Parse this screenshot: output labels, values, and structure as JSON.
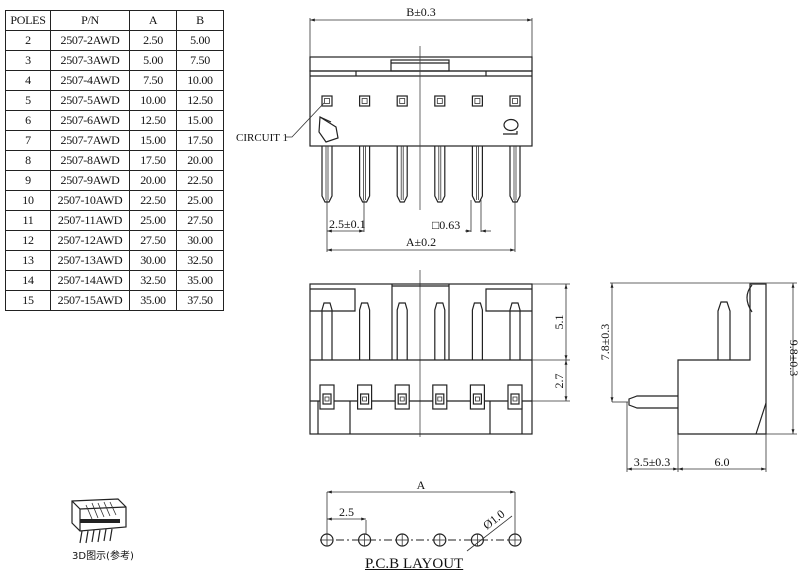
{
  "spec_table": {
    "headers": [
      "POLES",
      "P/N",
      "A",
      "B"
    ],
    "rows": [
      [
        "2",
        "2507-2AWD",
        "2.50",
        "5.00"
      ],
      [
        "3",
        "2507-3AWD",
        "5.00",
        "7.50"
      ],
      [
        "4",
        "2507-4AWD",
        "7.50",
        "10.00"
      ],
      [
        "5",
        "2507-5AWD",
        "10.00",
        "12.50"
      ],
      [
        "6",
        "2507-6AWD",
        "12.50",
        "15.00"
      ],
      [
        "7",
        "2507-7AWD",
        "15.00",
        "17.50"
      ],
      [
        "8",
        "2507-8AWD",
        "17.50",
        "20.00"
      ],
      [
        "9",
        "2507-9AWD",
        "20.00",
        "22.50"
      ],
      [
        "10",
        "2507-10AWD",
        "22.50",
        "25.00"
      ],
      [
        "11",
        "2507-11AWD",
        "25.00",
        "27.50"
      ],
      [
        "12",
        "2507-12AWD",
        "27.50",
        "30.00"
      ],
      [
        "13",
        "2507-13AWD",
        "30.00",
        "32.50"
      ],
      [
        "14",
        "2507-14AWD",
        "32.50",
        "35.00"
      ],
      [
        "15",
        "2507-15AWD",
        "35.00",
        "37.50"
      ]
    ]
  },
  "front_view": {
    "dim_b": "B±0.3",
    "dim_a": "A±0.2",
    "dim_pitch": "2.5±0.1",
    "dim_pin_square": "□0.63",
    "circuit_label": "CIRCUIT 1",
    "pin_count": 6
  },
  "bottom_view": {
    "dim_upper": "5.1",
    "dim_lower": "2.7"
  },
  "side_view": {
    "dim_pin_height": "7.8±0.3",
    "dim_total_height": "9.8±0.3",
    "dim_pin_offset": "3.5±0.3",
    "dim_depth": "6.0"
  },
  "pcb_layout": {
    "title": "P.C.B LAYOUT",
    "dim_a": "A",
    "dim_pitch": "2.5",
    "dim_hole": "Ø1.0",
    "hole_count": 6
  },
  "iso_view": {
    "caption": "3D图示(参考)"
  }
}
